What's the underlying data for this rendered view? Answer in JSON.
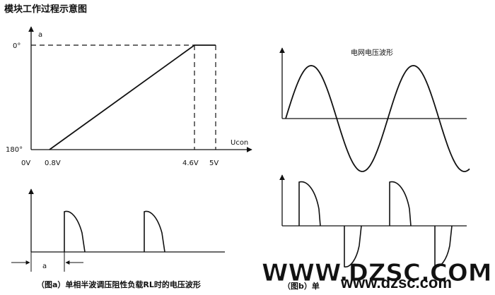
{
  "title": "模块工作过程示意图",
  "control_chart": {
    "y_axis_label": "a",
    "y_top_label": "0°",
    "y_bottom_label": "180°",
    "x_axis_label": "Ucon",
    "x_origin_label": "0V",
    "x_ticks": [
      "0.8V",
      "4.6V",
      "5V"
    ]
  },
  "chart_data": {
    "type": "line",
    "title": "",
    "xlabel": "Ucon",
    "ylabel": "a",
    "x_tick_labels": [
      "0V",
      "0.8V",
      "4.6V",
      "5V"
    ],
    "y_tick_labels": [
      "0°",
      "180°"
    ],
    "series": [
      {
        "x": [
          "0.8V",
          "4.6V",
          "5V"
        ],
        "y": [
          "180°",
          "0°",
          "0°"
        ]
      }
    ]
  },
  "half_wave": {
    "angle_label": "a",
    "caption": "（图a）单相半波调压阻性负载RL时的电压波形"
  },
  "grid_wave": {
    "label": "电网电压波形"
  },
  "full_wave": {
    "caption_visible": "（图b）单"
  },
  "watermark": {
    "main": "WWW.DZSC.COM",
    "url": "www.dzsc.com"
  }
}
